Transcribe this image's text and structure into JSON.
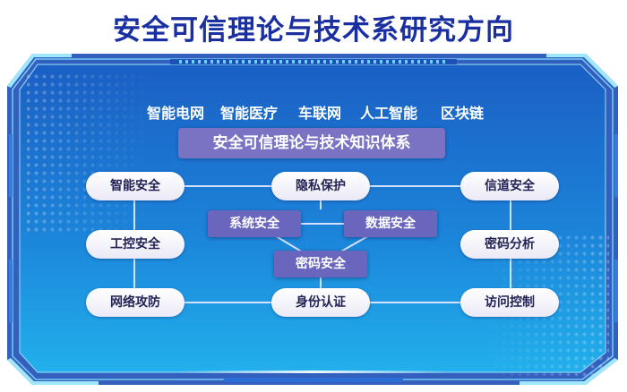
{
  "title": "安全可信理论与技术系研究方向",
  "applications": [
    "智能电网",
    "智能医疗",
    "车联网",
    "人工智能",
    "区块链"
  ],
  "framework": "安全可信理论与技术知识体系",
  "outer_nodes": {
    "smart_security": "智能安全",
    "privacy_protection": "隐私保护",
    "channel_security": "信道安全",
    "industrial_control_security": "工控安全",
    "cryptanalysis": "密码分析",
    "network_attack_defense": "网络攻防",
    "identity_authentication": "身份认证",
    "access_control": "访问控制"
  },
  "inner_nodes": {
    "system_security": "系统安全",
    "data_security": "数据安全",
    "cryptographic_security": "密码安全"
  },
  "colors": {
    "title": "#1a2fa0",
    "panel_top": "#1b5fc4",
    "panel_bottom": "#1fa6e8",
    "banner": "#7a73c4",
    "inner_node": "#6b66bd",
    "connector": "#dfe6ff"
  }
}
